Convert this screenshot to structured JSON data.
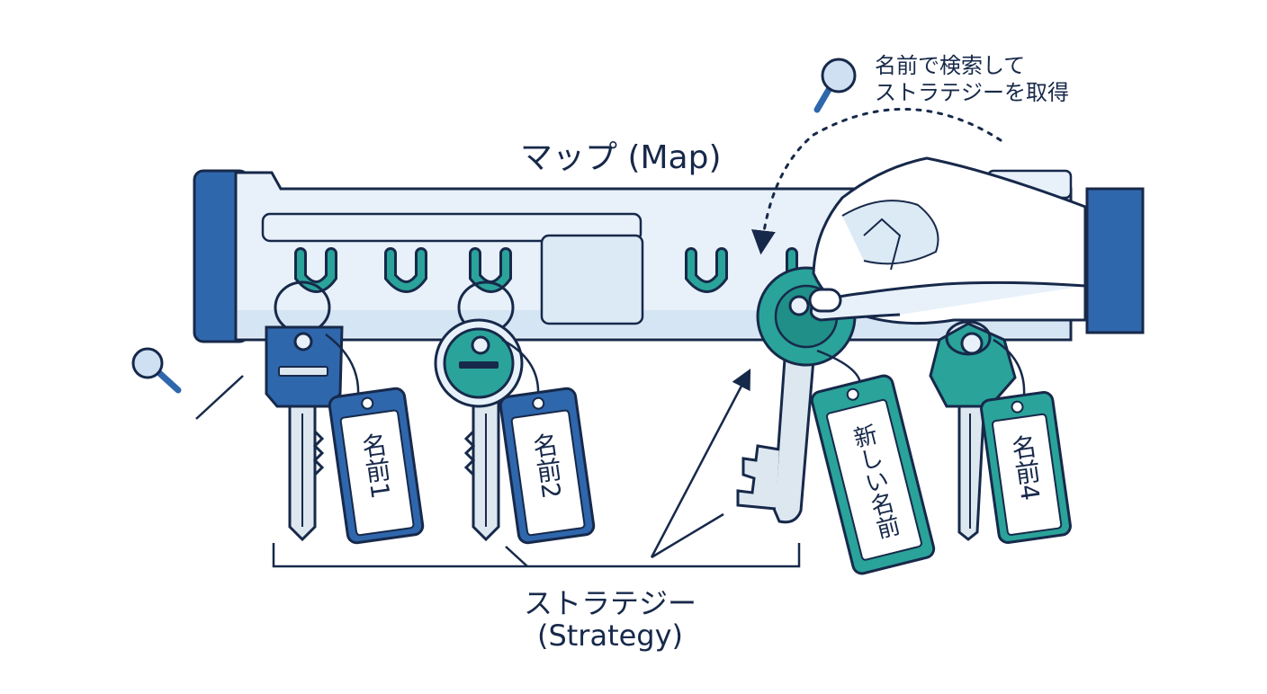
{
  "labels": {
    "map_title": "マップ (Map)",
    "search_caption_line1": "名前で検索して",
    "search_caption_line2": "ストラテジーを取得",
    "strategy_line1": "ストラテジー",
    "strategy_line2": "(Strategy)"
  },
  "tags": [
    {
      "text": "名前1"
    },
    {
      "text": "名前2"
    },
    {
      "text": "新しい名前"
    },
    {
      "text": "名前4"
    }
  ],
  "icons": [
    "magnifier-icon",
    "hook-icon",
    "key-icon",
    "name-tag-icon",
    "hand-icon",
    "arrow-icon"
  ],
  "colors": {
    "outline": "#17294a",
    "blue": "#2f67ad",
    "blue_light": "#cfe0f2",
    "teal": "#2aa39a",
    "teal_light": "#d5efec",
    "panel": "#e8f1fa",
    "steel": "#dde7f0"
  }
}
